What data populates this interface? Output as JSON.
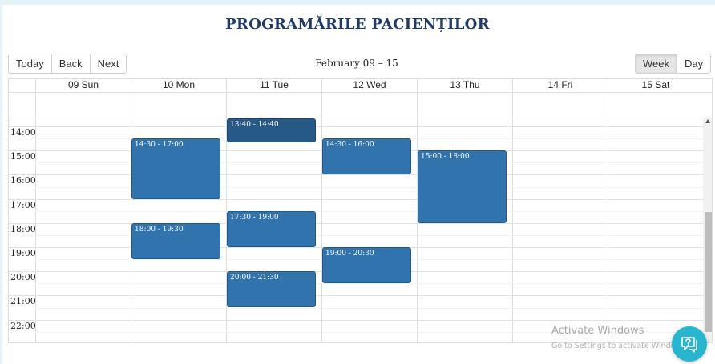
{
  "title": "PROGRAMĂRILE PACIENȚILOR",
  "toolbar": {
    "nav": [
      "Today",
      "Back",
      "Next"
    ],
    "range": "February 09 – 15",
    "views": [
      "Week",
      "Day"
    ],
    "active_view": "Week"
  },
  "days": [
    "09 Sun",
    "10 Mon",
    "11 Tue",
    "12 Wed",
    "13 Thu",
    "14 Fri",
    "15 Sat"
  ],
  "hours": [
    "14:00",
    "15:00",
    "16:00",
    "17:00",
    "18:00",
    "19:00",
    "20:00",
    "21:00",
    "22:00"
  ],
  "events": [
    {
      "day": 1,
      "start": 14.5,
      "end": 17.0,
      "label": "14:30 - 17:00"
    },
    {
      "day": 1,
      "start": 18.0,
      "end": 19.5,
      "label": "18:00 - 19:30"
    },
    {
      "day": 2,
      "start": 13.667,
      "end": 14.667,
      "label": "13:40 - 14:40",
      "selected": true
    },
    {
      "day": 2,
      "start": 17.5,
      "end": 19.0,
      "label": "17:30 - 19:00"
    },
    {
      "day": 2,
      "start": 20.0,
      "end": 21.5,
      "label": "20:00 - 21:30"
    },
    {
      "day": 3,
      "start": 14.5,
      "end": 16.0,
      "label": "14:30 - 16:00"
    },
    {
      "day": 3,
      "start": 19.0,
      "end": 20.5,
      "label": "19:00 - 20:30"
    },
    {
      "day": 4,
      "start": 15.0,
      "end": 18.0,
      "label": "15:00 - 18:00"
    }
  ],
  "watermark": {
    "title": "Activate Windows",
    "subtitle": "Go to Settings to activate Windows."
  },
  "colors": {
    "event": "#3174ad",
    "event_selected": "#265985",
    "title": "#1f3a6b",
    "help_button": "#27b5cf"
  },
  "icons": {
    "help": "chat-question-icon",
    "scroll_up": "caret-up-icon"
  }
}
